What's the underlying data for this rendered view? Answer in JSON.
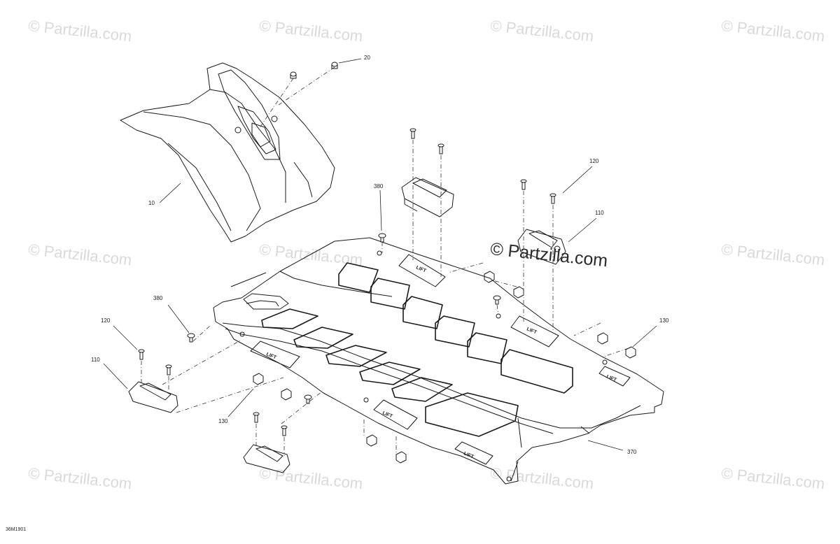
{
  "watermark": {
    "text": "© Partzilla.com",
    "main_text": "© Partzilla.com"
  },
  "callouts": {
    "c20": "20",
    "c10": "10",
    "c120a": "120",
    "c110a": "110",
    "c380a": "380",
    "c380b": "380",
    "c120b": "120",
    "c110b": "110",
    "c130a": "130",
    "c130b": "130",
    "c370": "370"
  },
  "diagram_code": "36M1901",
  "panel_labels": {
    "lift": "LIFT"
  }
}
